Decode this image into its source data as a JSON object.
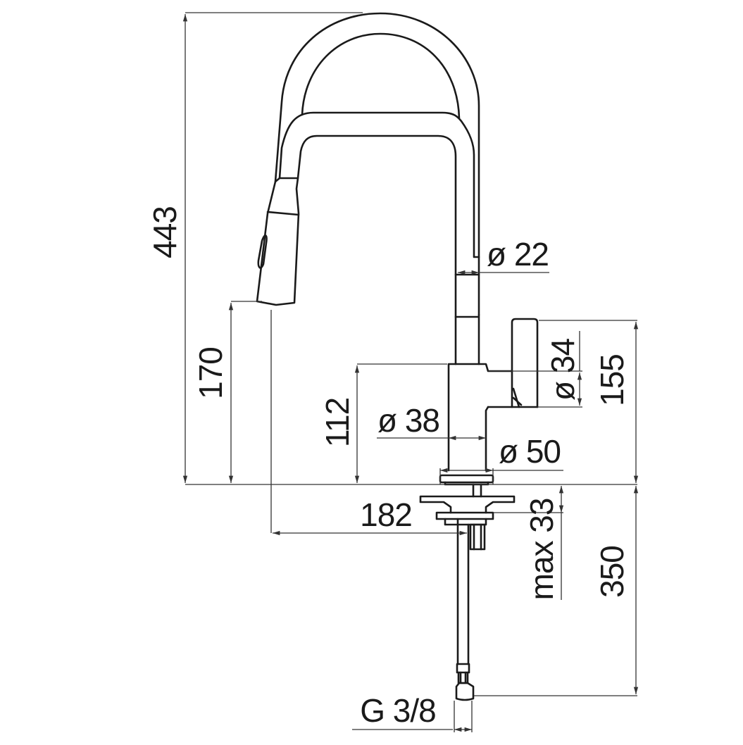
{
  "drawing": {
    "title": "Pull-down kitchen faucet technical drawing",
    "dimensions": {
      "total_height": "443",
      "spout_height": "170",
      "body_height": "112",
      "reach": "182",
      "hose_diameter": "ø 22",
      "lever_diameter": "ø 34",
      "lever_height": "155",
      "body_diameter": "ø 38",
      "base_diameter": "ø 50",
      "max_deck_thickness": "max 33",
      "hose_length": "350",
      "connection_thread": "G 3/8"
    }
  }
}
